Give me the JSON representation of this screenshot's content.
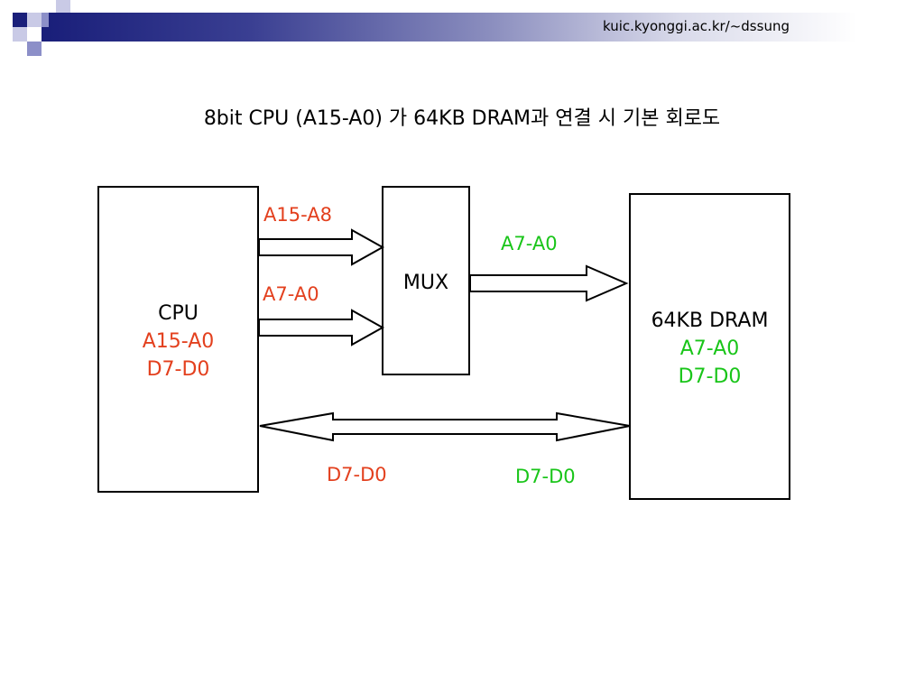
{
  "header": {
    "url": "kuic.kyonggi.ac.kr/~dssung"
  },
  "title": "8bit CPU (A15-A0) 가 64KB DRAM과 연결 시 기본 회로도",
  "cpu": {
    "name": "CPU",
    "addr": "A15-A0",
    "data": "D7-D0"
  },
  "mux": {
    "name": "MUX"
  },
  "dram": {
    "name": "64KB DRAM",
    "addr": "A7-A0",
    "data": "D7-D0"
  },
  "signals": {
    "high_addr": "A15-A8",
    "low_addr": "A7-A0",
    "mux_out": "A7-A0",
    "cpu_data": "D7-D0",
    "dram_data": "D7-D0"
  },
  "colors": {
    "cpu_side": "#e3401e",
    "dram_side": "#19c519",
    "header": "#1a1f7a"
  }
}
